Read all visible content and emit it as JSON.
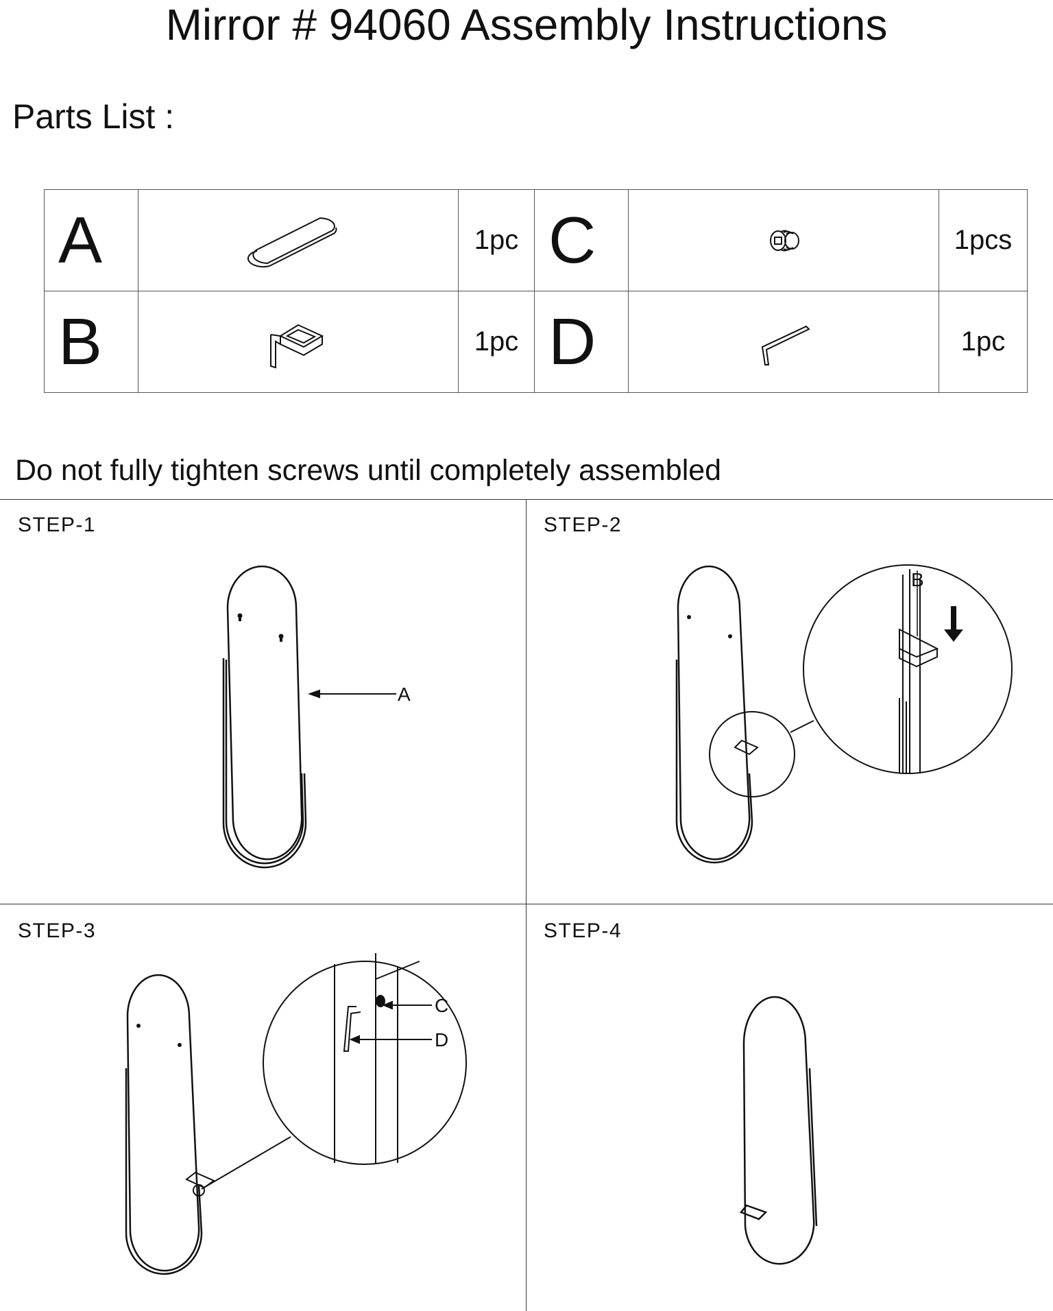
{
  "document": {
    "title": "Mirror # 94060 Assembly Instructions",
    "parts_heading": "Parts List :",
    "parts": [
      {
        "letter": "A",
        "qty": "1pc",
        "icon": "mirror-panel-icon"
      },
      {
        "letter": "C",
        "qty": "1pcs",
        "icon": "set-screw-icon"
      },
      {
        "letter": "B",
        "qty": "1pc",
        "icon": "bracket-icon"
      },
      {
        "letter": "D",
        "qty": "1pc",
        "icon": "allen-key-icon"
      }
    ],
    "warning": "Do not fully tighten screws until completely assembled",
    "steps": [
      {
        "label": "STEP-1",
        "callouts": [
          "A"
        ]
      },
      {
        "label": "STEP-2",
        "callouts": [
          "B"
        ]
      },
      {
        "label": "STEP-3",
        "callouts": [
          "C",
          "D"
        ]
      },
      {
        "label": "STEP-4",
        "callouts": []
      }
    ]
  }
}
